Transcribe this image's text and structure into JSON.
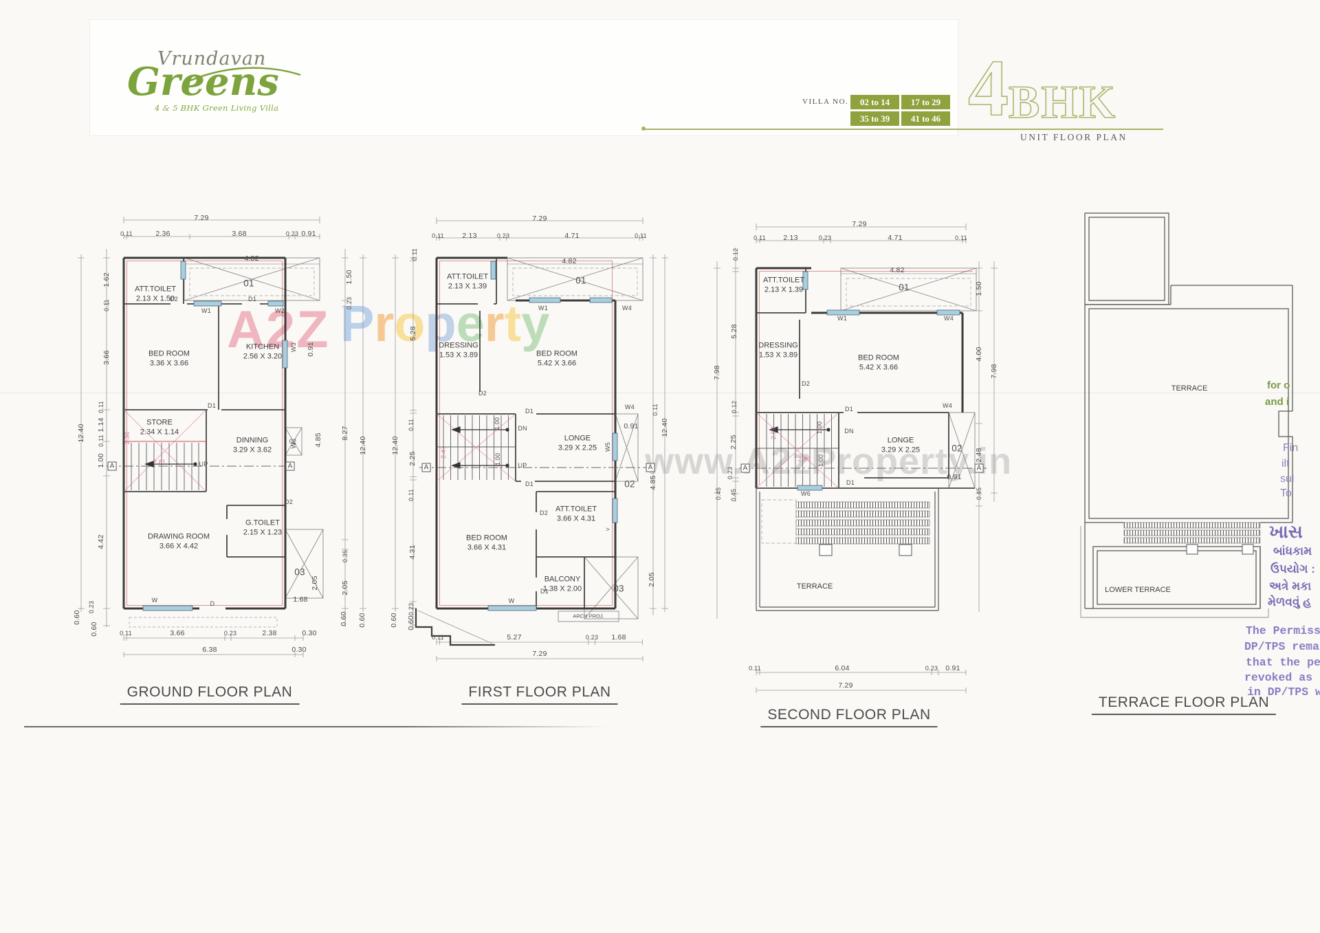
{
  "header": {
    "logo_line1": "Vrundavan",
    "logo_line2": "Greens",
    "tagline": "4 & 5 BHK Green Living Villa",
    "villa_no_label": "VILLA NO.",
    "villa_badges": [
      "02 to 14",
      "17 to 29",
      "35 to 39",
      "41 to 46"
    ],
    "bhk_number": "4",
    "bhk_suffix": "BHK",
    "subtitle": "UNIT FLOOR PLAN",
    "accent_green": "#8ea23e",
    "olive": "#abb266"
  },
  "watermarks": {
    "brand": "A2Z",
    "brand2_letters": [
      "P",
      "r",
      "o",
      "p",
      "e",
      "r",
      "t",
      "y"
    ],
    "url": "www.A2zProperty.in"
  },
  "plans": {
    "gf": {
      "title": "GROUND FLOOR PLAN",
      "rooms": [
        {
          "n": "ATT.TOILET",
          "s": "2.13 X 1.50"
        },
        {
          "n": "BED ROOM",
          "s": "3.36 X 3.66"
        },
        {
          "n": "KITCHEN",
          "s": "2.56 X 3.20"
        },
        {
          "n": "STORE",
          "s": "2.34 X 1.14"
        },
        {
          "n": "DINNING",
          "s": "3.29 X 3.62"
        },
        {
          "n": "G.TOILET",
          "s": "2.15 X 1.23"
        },
        {
          "n": "DRAWING ROOM",
          "s": "3.66 X 4.42"
        }
      ],
      "dims": [
        "7.29",
        "0.11",
        "2.36",
        "3.68",
        "0.23",
        "0.91",
        "4.82",
        "1.62",
        "0.11",
        "3.66",
        "12.40",
        "0.11",
        "1.14",
        "0.11",
        "1.00",
        "4.42",
        "0.23",
        "0.60",
        "0.60",
        "1.50",
        "0.23",
        "8.27",
        "12.40",
        "0.91",
        "4.85",
        "0.35",
        "2.05",
        "2.05",
        "1.68",
        "0.11",
        "3.66",
        "0.23",
        "2.38",
        "0.30",
        "6.38",
        "0.30"
      ],
      "tags": [
        "01",
        "D2",
        "W1",
        "D1",
        "W2",
        "W3",
        "W",
        "D1",
        "UP",
        "D2",
        "A",
        "A",
        "02",
        "03",
        "W",
        "D",
        "2.36",
        "2.81"
      ]
    },
    "ff": {
      "title": "FIRST FLOOR PLAN",
      "rooms": [
        {
          "n": "ATT.TOILET",
          "s": "2.13 X 1.39"
        },
        {
          "n": "DRESSING",
          "s": "1.53 X 3.89"
        },
        {
          "n": "BED ROOM",
          "s": "5.42 X 3.66"
        },
        {
          "n": "LONGE",
          "s": "3.29 X 2.25"
        },
        {
          "n": "ATT.TOILET",
          "s": "3.66 X 4.31"
        },
        {
          "n": "BED ROOM",
          "s": "3.66 X 4.31"
        },
        {
          "n": "BALCONY",
          "s": "1.38 X 2.00"
        }
      ],
      "dims": [
        "7.29",
        "0.11",
        "2.13",
        "0.23",
        "4.71",
        "0.11",
        "4.82",
        "12.40",
        "0.11",
        "5.28",
        "0.11",
        "2.25",
        "0.11",
        "4.31",
        "0.23",
        "0.60",
        "0.60",
        "0.60",
        "0.60",
        "0.11",
        "12.40",
        "4.85",
        "2.05",
        "0.91",
        "0.11",
        "5.27",
        "0.23",
        "1.68",
        "7.29"
      ],
      "tags": [
        "01",
        "D2",
        "DN",
        "UP",
        "D1",
        "D1",
        "1.00",
        "1.00",
        "W1",
        "W4",
        "W4",
        "W5",
        "02",
        "D2",
        ">",
        "D1",
        "03",
        "W",
        "ARCH PROJ.",
        "A",
        "A",
        "2.47"
      ]
    },
    "sf": {
      "title": "SECOND FLOOR PLAN",
      "rooms": [
        {
          "n": "ATT.TOILET",
          "s": "2.13 X 1.39"
        },
        {
          "n": "DRESSING",
          "s": "1.53 X 3.89"
        },
        {
          "n": "BED ROOM",
          "s": "5.42 X 3.66"
        },
        {
          "n": "LONGE",
          "s": "3.29 X 2.25"
        },
        {
          "n": "TERRACE",
          "s": ""
        }
      ],
      "dims": [
        "7.29",
        "0.11",
        "2.13",
        "0.23",
        "4.71",
        "0.11",
        "4.82",
        "0.12",
        "5.28",
        "7.98",
        "0.12",
        "2.25",
        "0.23",
        "0.45",
        "0.45",
        "1.50",
        "4.00",
        "7.98",
        "2.48",
        "0.45",
        "0.91",
        "0.11",
        "6.04",
        "0.23",
        "0.91",
        "7.29"
      ],
      "tags": [
        "01",
        "W1",
        "W4",
        "D2",
        "D1",
        "DN",
        "1.00",
        "1.00",
        "W4",
        "02",
        "A",
        "A",
        "D1",
        "W6",
        "2.59",
        "2.85"
      ]
    },
    "tf": {
      "title": "TERRACE FLOOR PLAN",
      "rooms": [
        {
          "n": "TERRACE",
          "s": ""
        },
        {
          "n": "LOWER TERRACE",
          "s": ""
        }
      ]
    }
  },
  "annotations": {
    "green": [
      "for o",
      "and i"
    ],
    "purple_partial": [
      "Fin",
      "ilt",
      "sul",
      "To"
    ],
    "gujarati": [
      "ખાસ",
      "બાંધકામ",
      "ઉપયોગ :",
      "અત્રે મકા",
      "મેળવવું હ"
    ],
    "stamp_lines": [
      "The Permissi",
      "DP/TPS remai",
      "that the pe",
      "revoked as s",
      "in DP/TPS wi"
    ]
  }
}
